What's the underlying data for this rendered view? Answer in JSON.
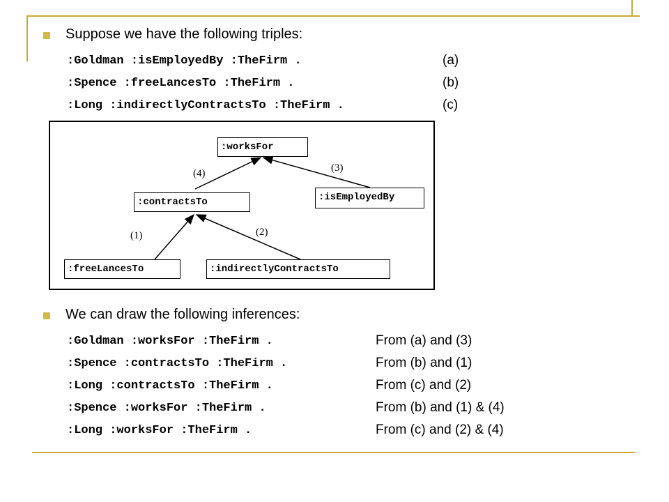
{
  "section1": {
    "heading": "Suppose we have the following triples:",
    "triples": [
      {
        "text": ":Goldman :isEmployedBy :TheFirm .",
        "tag": "(a)"
      },
      {
        "text": ":Spence :freeLancesTo :TheFirm .",
        "tag": "(b)"
      },
      {
        "text": ":Long :indirectlyContractsTo :TheFirm .",
        "tag": "(c)"
      }
    ]
  },
  "diagram": {
    "nodes": {
      "worksFor": ":worksFor",
      "contractsTo": ":contractsTo",
      "isEmployedBy": ":isEmployedBy",
      "freeLancesTo": ":freeLancesTo",
      "indirectlyContractsTo": ":indirectlyContractsTo"
    },
    "edges": {
      "e1": "(1)",
      "e2": "(2)",
      "e3": "(3)",
      "e4": "(4)"
    }
  },
  "section2": {
    "heading": "We can draw the following inferences:",
    "inferences": [
      {
        "text": ":Goldman :worksFor :TheFirm .",
        "source": "From (a) and (3)"
      },
      {
        "text": ":Spence :contractsTo :TheFirm .",
        "source": "From (b) and (1)"
      },
      {
        "text": ":Long :contractsTo :TheFirm .",
        "source": "From (c) and (2)"
      },
      {
        "text": ":Spence :worksFor :TheFirm .",
        "source": "From (b) and (1) & (4)"
      },
      {
        "text": ":Long :worksFor :TheFirm .",
        "source": "From (c) and (2) & (4)"
      }
    ]
  },
  "colors": {
    "accent": "#c9a935",
    "bullet": "#d6b64a"
  }
}
